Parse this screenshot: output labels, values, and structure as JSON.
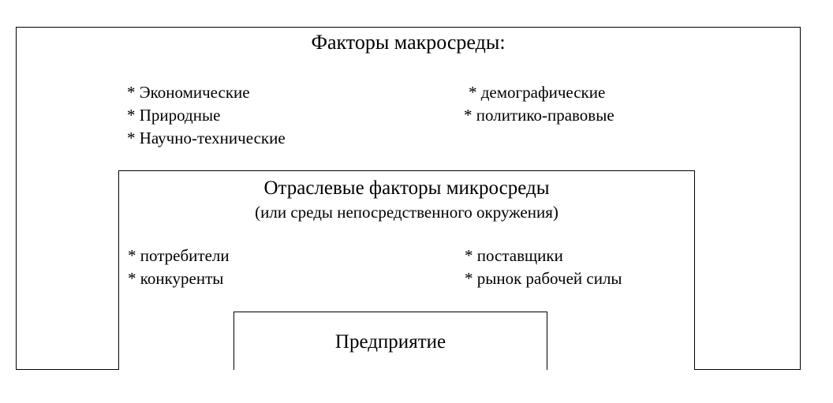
{
  "macro": {
    "title": "Факторы макросреды:",
    "left_items": [
      "Экономические",
      "Природные",
      "Научно-технические"
    ],
    "right_items": [
      "демографические",
      "политико-правовые"
    ]
  },
  "micro": {
    "title": "Отраслевые факторы микросреды",
    "subtitle": "(или среды непосредственного окружения)",
    "left_items": [
      "потребители",
      "конкуренты"
    ],
    "right_items": [
      "поставщики",
      "рынок рабочей силы"
    ]
  },
  "enterprise": {
    "title": "Предприятие"
  }
}
